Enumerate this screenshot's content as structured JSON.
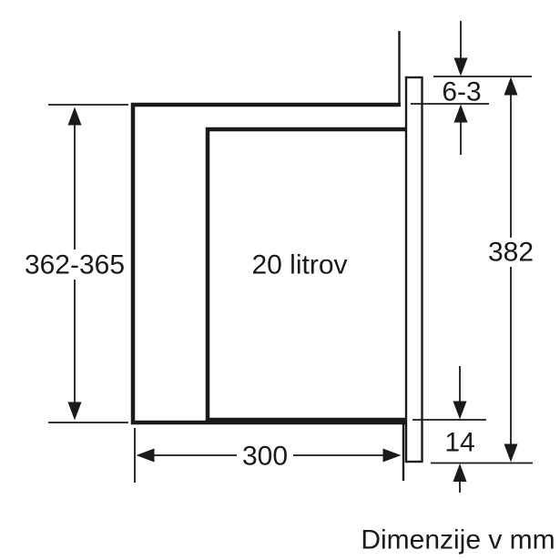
{
  "diagram": {
    "capacity_label": "20 litrov",
    "units_label": "Dimenzije v mm",
    "dims": {
      "niche_height": "362-365",
      "top_gap": "6-3",
      "front_height": "382",
      "bottom_gap": "14",
      "depth": "300"
    },
    "colors": {
      "line": "#1a1a1a",
      "background": "#ffffff"
    }
  }
}
